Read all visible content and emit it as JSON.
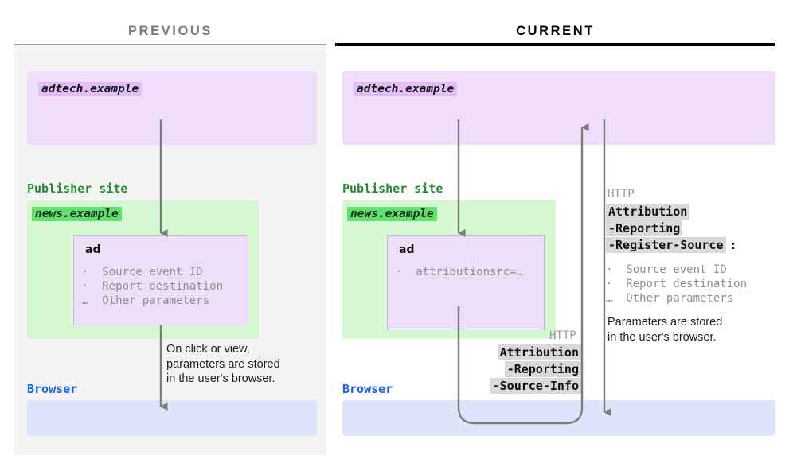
{
  "columns": {
    "previous": {
      "title": "PREVIOUS",
      "adtech_domain": "adtech.example",
      "publisher_label": "Publisher site",
      "publisher_domain": "news.example",
      "ad_title": "ad",
      "ad_params": "·  Source event ID\n·  Report destination\n…  Other parameters",
      "browser_label": "Browser",
      "note": "On click or view,\nparameters are stored\nin the user's browser."
    },
    "current": {
      "title": "CURRENT",
      "adtech_domain": "adtech.example",
      "publisher_label": "Publisher site",
      "publisher_domain": "news.example",
      "ad_title": "ad",
      "ad_params": "·  attributionsrc=…",
      "browser_label": "Browser",
      "request_http_word": "HTTP",
      "request_header_lines": [
        "Attribution",
        "-Reporting",
        "-Source-Info"
      ],
      "response_http_word": "HTTP",
      "response_header_lines": [
        "Attribution",
        "-Reporting",
        "-Register-Source"
      ],
      "response_header_colon": ":",
      "response_params": "·  Source event ID\n·  Report destination\n…  Other parameters",
      "note": "Parameters are stored\nin the user's browser."
    }
  },
  "colors": {
    "panel_bg": "#f4f4f4",
    "adtech_purple": "#f0ddf9",
    "chip_purple": "#e2bdf7",
    "publisher_green": "#d5f8d2",
    "chip_green": "#61dd72",
    "browser_blue": "#dce5f9",
    "arrow_gray": "#7d7d7d",
    "header_chip_gray": "#d9d9d9",
    "green_text": "#1e8b2e",
    "blue_text": "#1a63ef",
    "muted_text": "#8d8d8d",
    "title_previous": "#7b7b7b",
    "title_current": "#000000"
  }
}
